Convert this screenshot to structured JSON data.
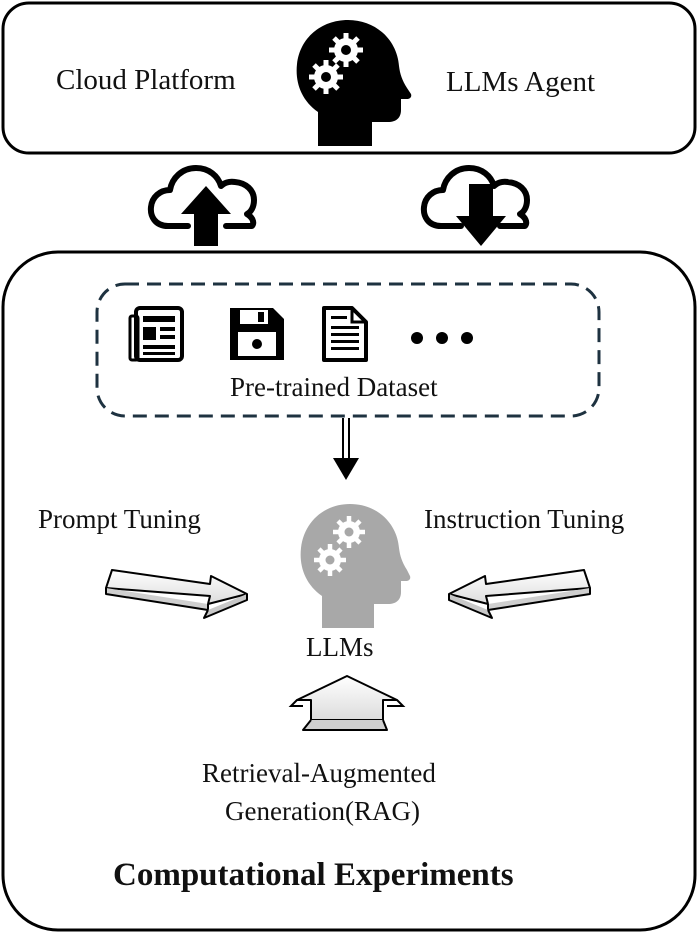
{
  "top_panel": {
    "left_label": "Cloud Platform",
    "right_label": "LLMs Agent"
  },
  "dataset": {
    "label": "Pre-trained Dataset"
  },
  "tuning": {
    "left_label": "Prompt Tuning",
    "right_label": "Instruction Tuning"
  },
  "llms": {
    "label": "LLMs"
  },
  "rag": {
    "line1": "Retrieval-Augmented",
    "line2": "Generation(RAG)"
  },
  "bottom_panel": {
    "title": "Computational Experiments"
  },
  "colors": {
    "ink": "#000000",
    "dashed_border": "#1e3240",
    "llm_head": "#a8a8a8",
    "arrow_fill": "#f0f0f0"
  }
}
